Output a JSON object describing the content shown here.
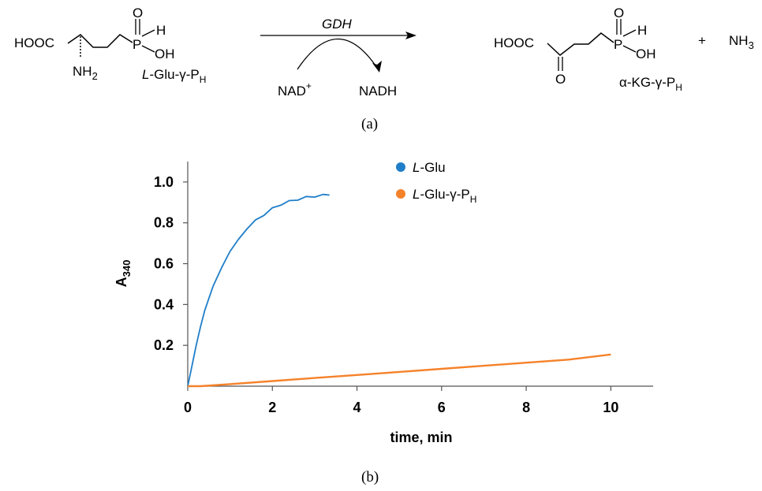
{
  "scheme": {
    "substrate": {
      "cooh": "HOOC",
      "nh2": "NH",
      "nh2_sub": "2",
      "p": "P",
      "o": "O",
      "h": "H",
      "oh": "OH",
      "name_prefix": "L",
      "name_main": "-Glu-γ-P",
      "name_sub": "H"
    },
    "enzyme": "GDH",
    "cofactor_in": "NAD",
    "cofactor_in_sup": "+",
    "cofactor_out": "NADH",
    "product": {
      "cooh": "HOOC",
      "keto_o": "O",
      "p": "P",
      "o": "O",
      "h": "H",
      "oh": "OH",
      "name_main": "α-KG-γ-P",
      "name_sub": "H"
    },
    "plus": "+",
    "nh3": "NH",
    "nh3_sub": "3"
  },
  "captions": {
    "a": "(a)",
    "b": "(b)"
  },
  "colors": {
    "series1": "#1f7ec9",
    "series2": "#f5822a"
  },
  "chart_data": {
    "type": "line",
    "xlabel": "time, min",
    "ylabel": "A",
    "ylabel_sub": "340",
    "xlim": [
      0,
      11
    ],
    "ylim": [
      0,
      1.1
    ],
    "xticks": [
      0,
      2,
      4,
      6,
      8,
      10
    ],
    "yticks": [
      0.2,
      0.4,
      0.6,
      0.8,
      1.0
    ],
    "ytick_labels": [
      "0.2",
      "0.4",
      "0.6",
      "0.8",
      "1.0"
    ],
    "grid": false,
    "legend_position": "top-center",
    "series": [
      {
        "name_italic": "L",
        "name": "-Glu",
        "color": "#1f7ec9",
        "x": [
          0,
          0.1,
          0.2,
          0.3,
          0.4,
          0.5,
          0.6,
          0.8,
          1.0,
          1.2,
          1.4,
          1.6,
          1.8,
          2.0,
          2.2,
          2.4,
          2.6,
          2.8,
          3.0,
          3.2,
          3.35
        ],
        "y": [
          0,
          0.1,
          0.2,
          0.29,
          0.37,
          0.43,
          0.49,
          0.58,
          0.66,
          0.72,
          0.77,
          0.81,
          0.84,
          0.87,
          0.89,
          0.905,
          0.915,
          0.925,
          0.93,
          0.935,
          0.94
        ]
      },
      {
        "name_italic": "L",
        "name": "-Glu-γ-P",
        "name_sub": "H",
        "color": "#f5822a",
        "x": [
          0,
          0.3,
          1,
          2,
          3,
          4,
          5,
          6,
          7,
          8,
          9,
          10
        ],
        "y": [
          0,
          0,
          0.01,
          0.025,
          0.04,
          0.055,
          0.07,
          0.085,
          0.1,
          0.115,
          0.13,
          0.155
        ]
      }
    ]
  }
}
